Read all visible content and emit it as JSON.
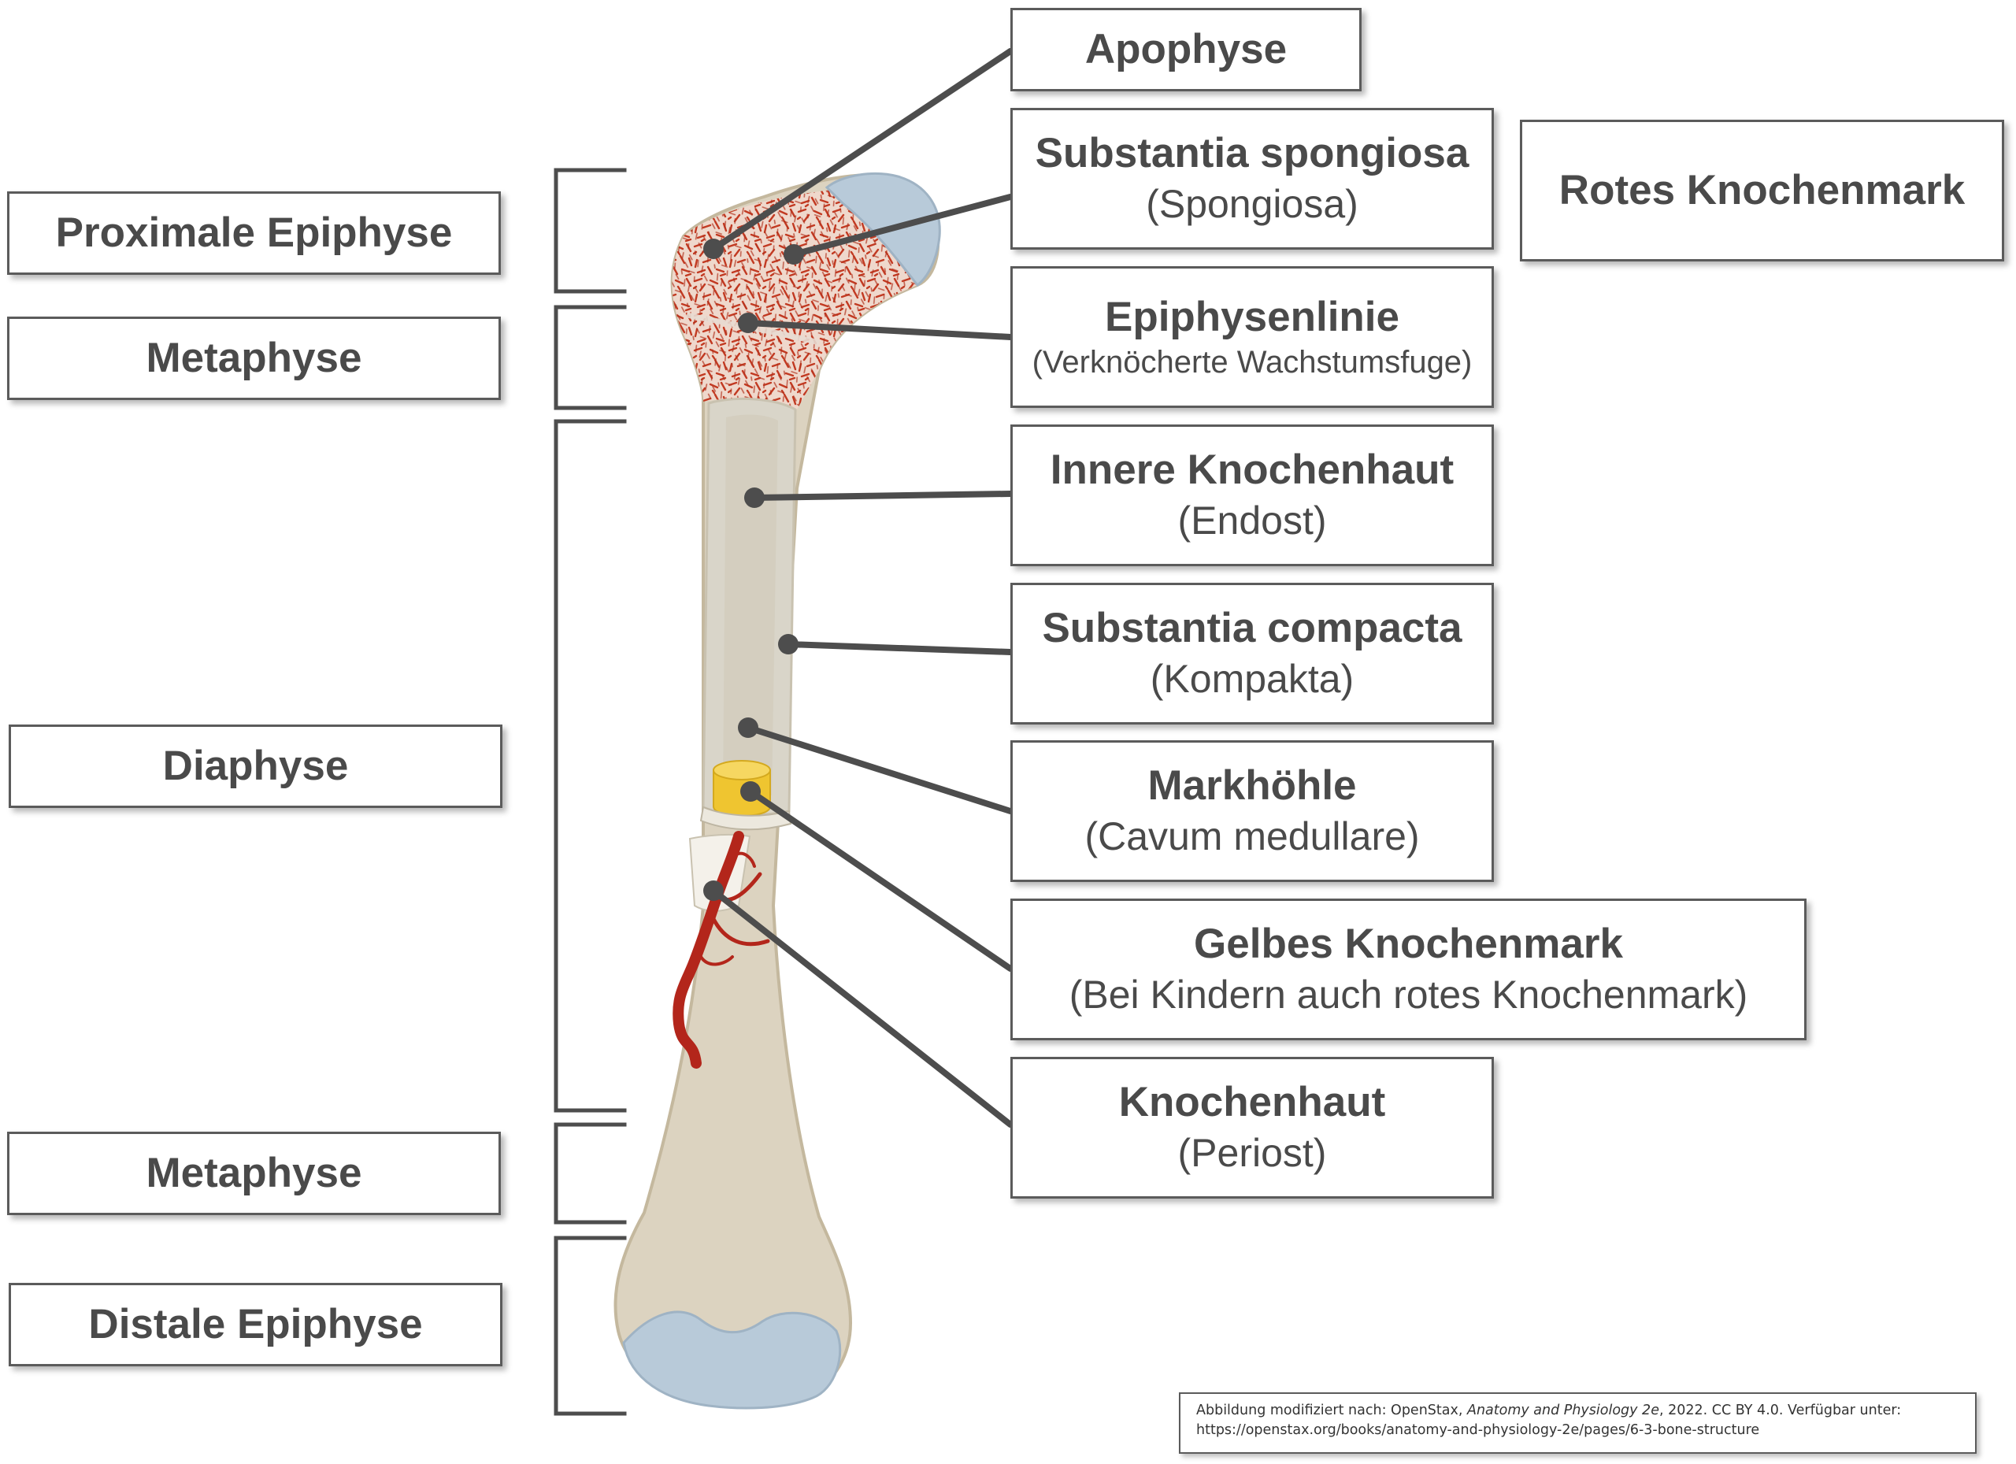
{
  "regions": {
    "proximal_epiphysis": "Proximale Epiphyse",
    "metaphysis_upper": "Metaphyse",
    "diaphysis": "Diaphyse",
    "metaphysis_lower": "Metaphyse",
    "distal_epiphysis": "Distale Epiphyse"
  },
  "labels": {
    "apophysis": {
      "title": "Apophyse"
    },
    "spongiosa": {
      "title": "Substantia spongiosa",
      "sub": "(Spongiosa)"
    },
    "red_marrow": {
      "title": "Rotes Knochenmark"
    },
    "epiphyseal_line": {
      "title": "Epiphysenlinie",
      "sub": "(Verknöcherte Wachstumsfuge)"
    },
    "endosteum": {
      "title": "Innere Knochenhaut",
      "sub": "(Endost)"
    },
    "compacta": {
      "title": "Substantia compacta",
      "sub": "(Kompakta)"
    },
    "medullary_cavity": {
      "title": "Markhöhle",
      "sub": "(Cavum medullare)"
    },
    "yellow_marrow": {
      "title": "Gelbes Knochenmark",
      "sub": "(Bei Kindern auch rotes Knochenmark)"
    },
    "periosteum": {
      "title": "Knochenhaut",
      "sub": "(Periost)"
    }
  },
  "credit": {
    "prefix": "Abbildung modifiziert nach: OpenStax, ",
    "book": "Anatomy and Physiology 2e",
    "suffix": ", 2022. CC BY 4.0. Verfügbar unter:",
    "url": "https://openstax.org/books/anatomy-and-physiology-2e/pages/6-3-bone-structure"
  },
  "colors": {
    "bone": "#dcd3c0",
    "bone_outline": "#c4b89e",
    "cartilage": "#b8cad9",
    "spongy_red": "#c23a22",
    "yellow_marrow": "#efc530",
    "artery": "#b3261b",
    "label_line": "#4d4d4d"
  }
}
